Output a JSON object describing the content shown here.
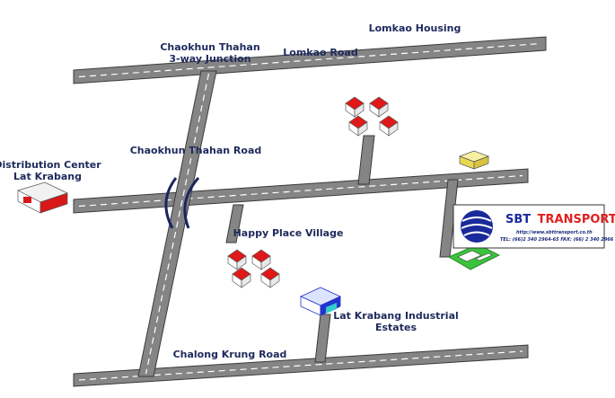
{
  "labels": {
    "lomkao_housing": "Lomkao Housing",
    "chaokhun_junction_1": "Chaokhun Thahan",
    "chaokhun_junction_2": "3-way Junction",
    "lomkao_road": "Lomkao Road",
    "chaokhun_road": "Chaokhun Thahan Road",
    "distribution_1": "Distribution Center",
    "distribution_2": "Lat Krabang",
    "happy_place": "Happy Place Village",
    "industrial_1": "Lat Krabang Industrial",
    "industrial_2": "Estates",
    "chalong_road": "Chalong Krung Road"
  },
  "sbt": {
    "name_part1": "SBT",
    "name_part2": "TRANSPORT",
    "website": "http://www.sbttransport.co.th",
    "contact": "TEL: (66)2 340 2964-65 FAX: (66) 2 340 2966"
  },
  "icons": [
    "house-icon",
    "warehouse-icon",
    "factory-icon",
    "gatehouse-icon",
    "sbt-logo-icon",
    "bridge-icon"
  ],
  "colors": {
    "road": "#858585",
    "label_text": "#1e2a5c",
    "roof_red": "#e01818",
    "sbt_blue": "#1a2a9a",
    "sbt_red": "#e02020",
    "warehouse_blue": "#2233cc",
    "site_green": "#3cc33c"
  }
}
